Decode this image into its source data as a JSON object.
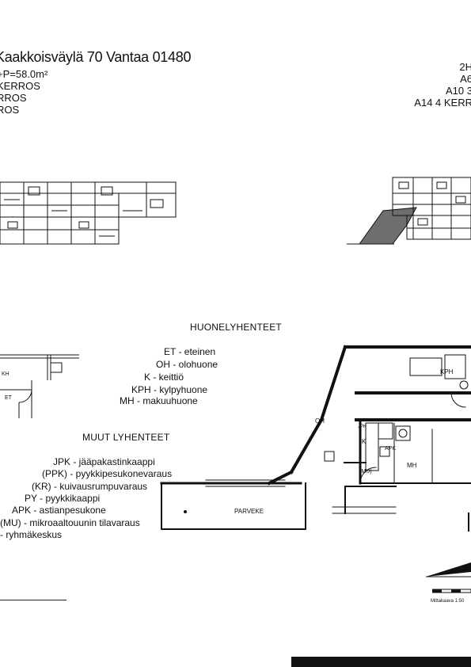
{
  "header": {
    "address": "Kaakkoisväylä 70 Vantaa 01480",
    "left_lines": [
      "+P=58.0m²",
      "KERROS",
      "RROS",
      "ROS"
    ],
    "right_lines": [
      "2H",
      "A6",
      "A10 3",
      "A14 4 KERR"
    ]
  },
  "room_abbreviations": {
    "title": "HUONELYHENTEET",
    "items": [
      "ET - eteinen",
      "OH - olohuone",
      "K - keittiö",
      "KPH - kylpyhuone",
      "MH - makuuhuone"
    ]
  },
  "other_abbreviations": {
    "title": "MUUT LYHENTEET",
    "items": [
      "JPK - jääpakastinkaappi",
      "(PPK) - pyykkipesukonevaraus",
      "(KR) - kuivausrumpuvaraus",
      "PY - pyykkikaappi",
      "APK - astianpesukone",
      "(MU) - mikroaaltouunin tilavaraus",
      "- ryhmäkeskus"
    ]
  },
  "plan_labels": {
    "kph": "KPH",
    "oh": "OH",
    "k": "K",
    "apk": "APK",
    "mh": "MH",
    "mu": "(MU)",
    "jpk": "JPK",
    "et": "ET",
    "parveke": "PARVEKE"
  },
  "footer": {
    "scale_note": "Mittakaava 1:50"
  },
  "colors": {
    "ink": "#111111",
    "highlight": "#6e6e6e"
  }
}
